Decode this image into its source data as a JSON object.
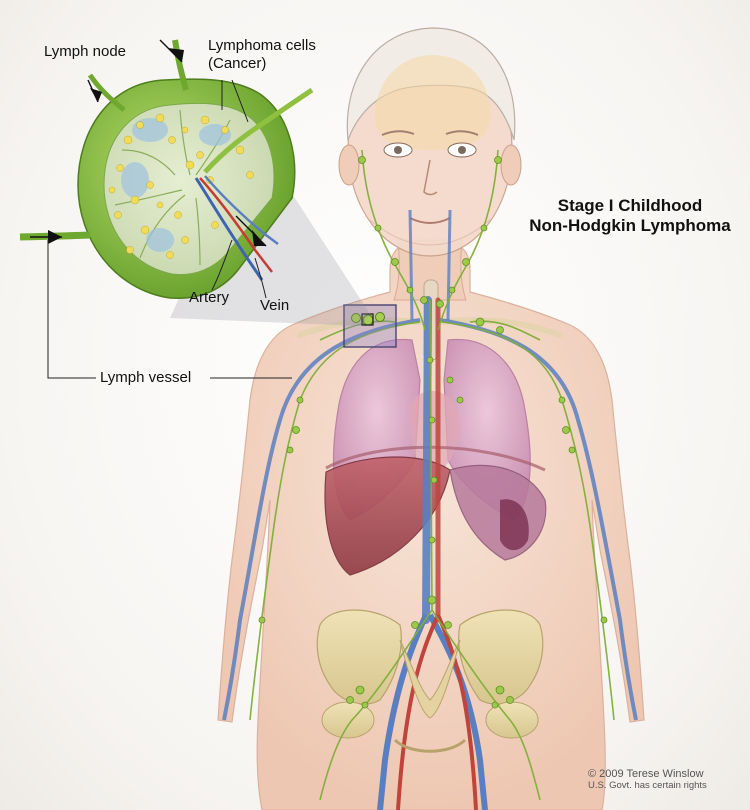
{
  "title": {
    "line1": "Stage I Childhood",
    "line2": "Non-Hodgkin Lymphoma"
  },
  "labels": {
    "lymph_node": "Lymph node",
    "lymphoma_cells_line1": "Lymphoma cells",
    "lymphoma_cells_line2": "(Cancer)",
    "artery": "Artery",
    "vein": "Vein",
    "lymph_vessel": "Lymph vessel"
  },
  "credit": {
    "line1": "© 2009 Terese Winslow",
    "line2": "U.S. Govt. has certain rights"
  },
  "colors": {
    "lymph_green": "#8bbf3a",
    "node_outer": "#6fa82e",
    "lung_pink": "#d9a5c3",
    "liver_red": "#a8484e",
    "bone": "#e8d9a8",
    "vein_blue": "#5a7fc0",
    "artery_red": "#c0443c",
    "skin": "#f2d2bf",
    "highlight_box": "#8a82c9"
  }
}
